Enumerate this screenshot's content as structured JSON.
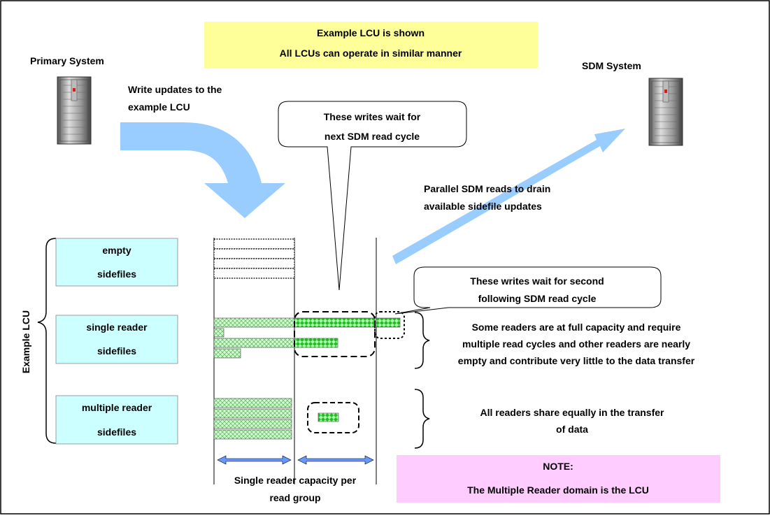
{
  "banner": {
    "line1": "Example LCU is shown",
    "line2": "All LCUs can operate in similar manner",
    "fill": "#FFFF99"
  },
  "primary_system": {
    "label": "Primary System",
    "icon": "server-rack-icon"
  },
  "sdm_system": {
    "label": "SDM System",
    "icon": "server-rack-icon"
  },
  "write_updates": {
    "line1": "Write updates to the",
    "line2": "example LCU"
  },
  "parallel_reads": {
    "line1": "Parallel SDM reads to drain",
    "line2": "available sidefile updates"
  },
  "callout_next": {
    "line1": "These writes wait for",
    "line2": "next SDM read cycle"
  },
  "callout_second": {
    "line1": "These writes wait for second",
    "line2": "following SDM read cycle"
  },
  "lcu_label": "Example LCU",
  "groups": [
    {
      "line1": "empty",
      "line2": "sidefiles"
    },
    {
      "line1": "single reader",
      "line2": "sidefiles"
    },
    {
      "line1": "multiple reader",
      "line2": "sidefiles"
    }
  ],
  "single_reader_note": {
    "line1": "Some readers are at full capacity and require",
    "line2": "multiple read cycles and other readers are nearly",
    "line3": "empty and contribute very little to the data transfer"
  },
  "multiple_reader_note": {
    "line1": "All readers share equally in the transfer",
    "line2": "of data"
  },
  "capacity_label": {
    "line1": "Single reader capacity per",
    "line2": "read group"
  },
  "note": {
    "title": "NOTE:",
    "text": "The Multiple Reader domain is the LCU",
    "fill": "#FFCCFF"
  },
  "colors": {
    "group_box": "#CCFFFF",
    "arrow": "#99CCFF",
    "data_green": "#33CC33",
    "capacity_arrow": "#6699FF"
  }
}
